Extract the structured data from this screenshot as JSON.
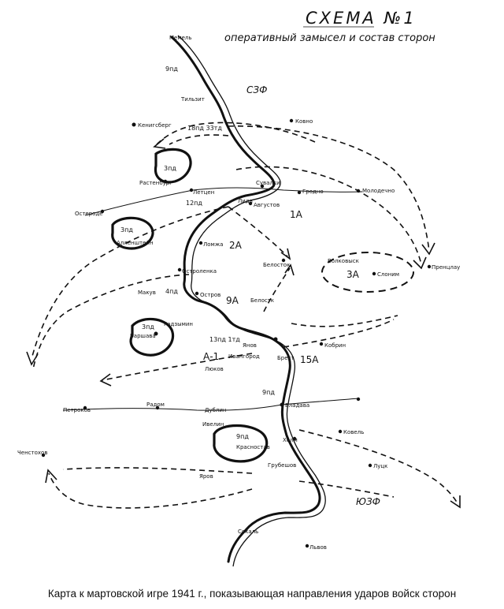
{
  "title": "СХЕМА №1",
  "subtitle": "оперативный замысел и состав сторон",
  "caption": "Карта к мартовской игре 1941 г., показывающая направления ударов войск сторон",
  "fronts": {
    "northwest": "СЗФ",
    "southwest": "ЮЗФ"
  },
  "armies": [
    "1А",
    "2А",
    "3А",
    "9А",
    "15А",
    "А-1"
  ],
  "units": [
    "9пд",
    "18пд 33тд",
    "3пд",
    "12пд",
    "3пд",
    "4пд",
    "3пд",
    "13пд 1тд",
    "9пд",
    "9пд"
  ],
  "cities": [
    "Мемель",
    "Тильзит",
    "Кенигсберг",
    "Ковно",
    "Растенбург",
    "Летцен",
    "Сувалки",
    "Гродно",
    "Остероде",
    "Августов",
    "Лида",
    "Алленштейн",
    "Молодечно",
    "Ломжа",
    "Белосток",
    "Волковыск",
    "Слоним",
    "Пренцлау",
    "Макув",
    "Остроленка",
    "Остров",
    "Белостк",
    "Варшава",
    "Радзымин",
    "Брест",
    "Кобрин",
    "Янов",
    "Ивангород",
    "Люков",
    "Радом",
    "Владава",
    "Дублин",
    "Ковель",
    "Петроков",
    "Ченстохов",
    "Холм",
    "Луцк",
    "Грубешов",
    "Яров",
    "Сокаль",
    "Львов",
    "Красностав",
    "Ивелин"
  ]
}
